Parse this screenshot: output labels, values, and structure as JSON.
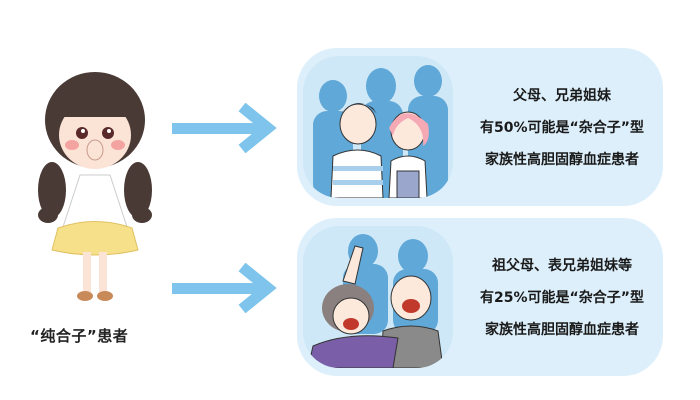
{
  "left": {
    "caption": "“纯合子”患者",
    "illustration": "girl-hand-over-mouth"
  },
  "arrows": [
    {
      "icon": "arrow-right-icon",
      "color": "#7ec4ec"
    },
    {
      "icon": "arrow-right-icon",
      "color": "#7ec4ec"
    }
  ],
  "panels": [
    {
      "illustration": "young-couple-with-family-silhouettes",
      "lines": [
        "父母、兄弟姐妹",
        "有50%可能是“杂合子”型",
        "家族性高胆固醇血症患者"
      ]
    },
    {
      "illustration": "elderly-couple-cheering",
      "lines": [
        "祖父母、表兄弟姐妹等",
        "有25%可能是“杂合子”型",
        "家族性高胆固醇血症患者"
      ]
    }
  ],
  "colors": {
    "panel_bg": "#dceffb",
    "arrow": "#7ec4ec",
    "silhouette": "#5fa8d8",
    "text": "#1a1a1a"
  }
}
